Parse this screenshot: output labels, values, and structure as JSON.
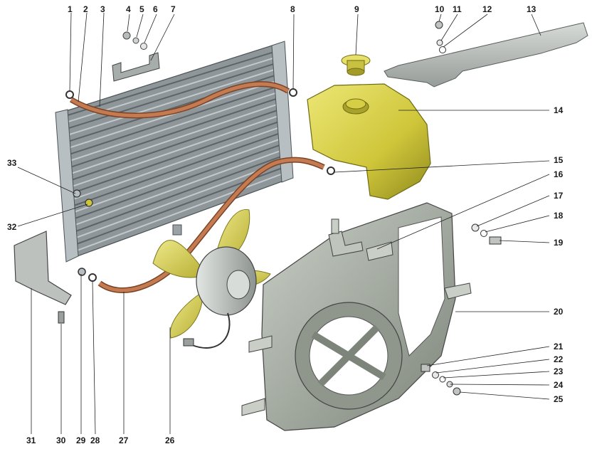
{
  "callouts": [
    {
      "id": "1",
      "text": "1"
    },
    {
      "id": "2",
      "text": "2"
    },
    {
      "id": "3",
      "text": "3"
    },
    {
      "id": "4",
      "text": "4"
    },
    {
      "id": "5",
      "text": "5"
    },
    {
      "id": "6",
      "text": "6"
    },
    {
      "id": "7",
      "text": "7"
    },
    {
      "id": "8",
      "text": "8"
    },
    {
      "id": "9",
      "text": "9"
    },
    {
      "id": "10",
      "text": "10"
    },
    {
      "id": "11",
      "text": "11"
    },
    {
      "id": "12",
      "text": "12"
    },
    {
      "id": "13",
      "text": "13"
    },
    {
      "id": "14",
      "text": "14"
    },
    {
      "id": "15",
      "text": "15"
    },
    {
      "id": "16",
      "text": "16"
    },
    {
      "id": "17",
      "text": "17"
    },
    {
      "id": "18",
      "text": "18"
    },
    {
      "id": "19",
      "text": "19"
    },
    {
      "id": "20",
      "text": "20"
    },
    {
      "id": "21",
      "text": "21"
    },
    {
      "id": "22",
      "text": "22"
    },
    {
      "id": "23",
      "text": "23"
    },
    {
      "id": "24",
      "text": "24"
    },
    {
      "id": "25",
      "text": "25"
    },
    {
      "id": "26",
      "text": "26"
    },
    {
      "id": "27",
      "text": "27"
    },
    {
      "id": "28",
      "text": "28"
    },
    {
      "id": "29",
      "text": "29"
    },
    {
      "id": "30",
      "text": "30"
    },
    {
      "id": "31",
      "text": "31"
    },
    {
      "id": "32",
      "text": "32"
    },
    {
      "id": "33",
      "text": "33"
    }
  ],
  "colors": {
    "radiator": "#9aa2a6",
    "radiator_dark": "#5c6468",
    "hose": "#b8704a",
    "tank": "#d6cf45",
    "tank_dark": "#8f8a1e",
    "shroud": "#a9b0a6",
    "shroud_dark": "#6f776d",
    "fan_blade": "#d8d060",
    "motor": "#c5cac6",
    "plate": "#b4b9b6"
  }
}
